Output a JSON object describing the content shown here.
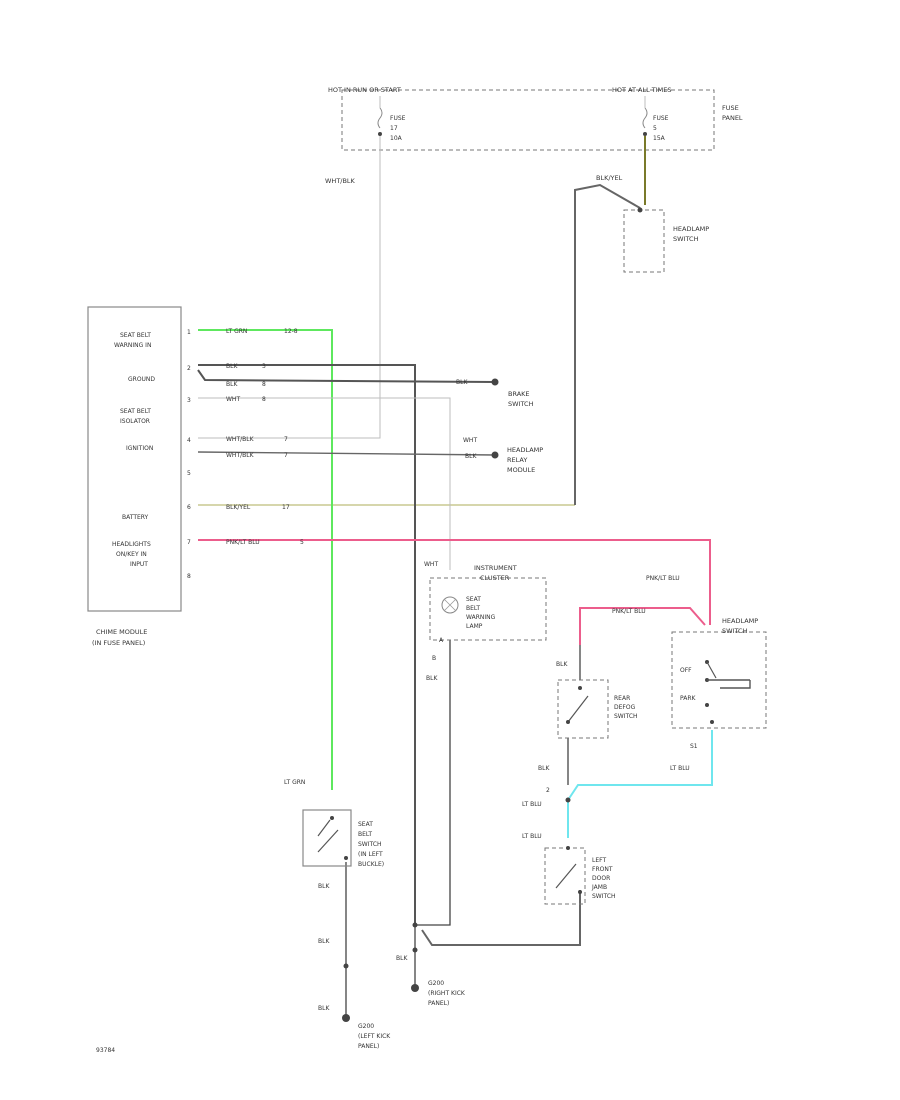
{
  "fuse_panel": {
    "left_feed": "HOT IN RUN OR START",
    "right_feed": "HOT AT ALL TIMES",
    "panel_label": [
      "FUSE",
      "PANEL"
    ],
    "fuse_left": [
      "FUSE",
      "17",
      "10A"
    ],
    "fuse_right": [
      "FUSE",
      "5",
      "15A"
    ]
  },
  "wires": {
    "wht_blk": "WHT/BLK",
    "blk_yel_top": "BLK/YEL",
    "lt_grn_conn": [
      "LT GRN",
      "12-8"
    ],
    "blk_row1": [
      "BLK",
      "3"
    ],
    "blk_row2": [
      "BLK",
      "8"
    ],
    "wht_row3": [
      "WHT",
      "8"
    ],
    "wht_blk_row4": [
      "WHT/BLK",
      "7"
    ],
    "wht_blk_row5": [
      "WHT/BLK",
      "7"
    ],
    "blk_yel_row6": [
      "BLK/YEL",
      "17"
    ],
    "pnk_blu_row7": [
      "PNK/LT BLU",
      "5"
    ],
    "blk_brake": "BLK",
    "wht_relay": "WHT",
    "blk_relay": "BLK",
    "wht_vertical": "WHT",
    "blk_vertical": "BLK",
    "conn_a": "A",
    "conn_b": "B",
    "pnk_lt_blu_right": "PNK/LT BLU",
    "pnk_lt_blu_mid": "PNK/LT BLU",
    "blk_defog_top": "BLK",
    "blk_defog_bot": "BLK",
    "lt_blu_right": "LT BLU",
    "lt_blu_mid": "LT BLU",
    "lt_blu_door": "LT BLU",
    "lt_grn_buckle": "LT GRN",
    "blk_buckle": "BLK",
    "blk_splice1": "BLK",
    "blk_splice2": "BLK",
    "blk_ground_mid": "BLK",
    "num_2": "2",
    "num_s1": "S1"
  },
  "components": {
    "headlamp_switch_top": [
      "HEADLAMP",
      "SWITCH"
    ],
    "brake_switch": [
      "BRAKE",
      "SWITCH"
    ],
    "headlamp_relay": [
      "HEADLAMP",
      "RELAY",
      "MODULE"
    ],
    "instrument_cluster": [
      "INSTRUMENT",
      "CLUSTER"
    ],
    "warning_lamp": [
      "SEAT",
      "BELT",
      "WARNING",
      "LAMP"
    ],
    "headlamp_switch_right": [
      "HEADLAMP",
      "SWITCH"
    ],
    "switch_off": "OFF",
    "switch_park": "PARK",
    "rear_defog_switch": [
      "REAR",
      "DEFOG",
      "SWITCH"
    ],
    "door_jamb_switch": [
      "LEFT",
      "FRONT",
      "DOOR",
      "JAMB",
      "SWITCH"
    ],
    "seat_belt_switch": [
      "SEAT",
      "BELT",
      "SWITCH",
      "(IN LEFT",
      "BUCKLE)"
    ],
    "chime_module": [
      "CHIME MODULE",
      "(IN FUSE PANEL)"
    ],
    "ground_right": [
      "G200",
      "(RIGHT KICK",
      "PANEL)"
    ],
    "ground_left": [
      "G200",
      "(LEFT KICK",
      "PANEL)"
    ]
  },
  "chime_pins": {
    "p1": [
      "SEAT BELT",
      "WARNING IN"
    ],
    "p2": "GROUND",
    "p3": [
      "SEAT BELT",
      "ISOLATOR"
    ],
    "p4": "IGNITION",
    "p6": "BATTERY",
    "p7": [
      "HEADLIGHTS",
      "ON/KEY IN",
      "INPUT"
    ],
    "pin_nums": [
      "1",
      "2",
      "3",
      "4",
      "5",
      "6",
      "7",
      "8"
    ]
  },
  "footer_code": "93784"
}
